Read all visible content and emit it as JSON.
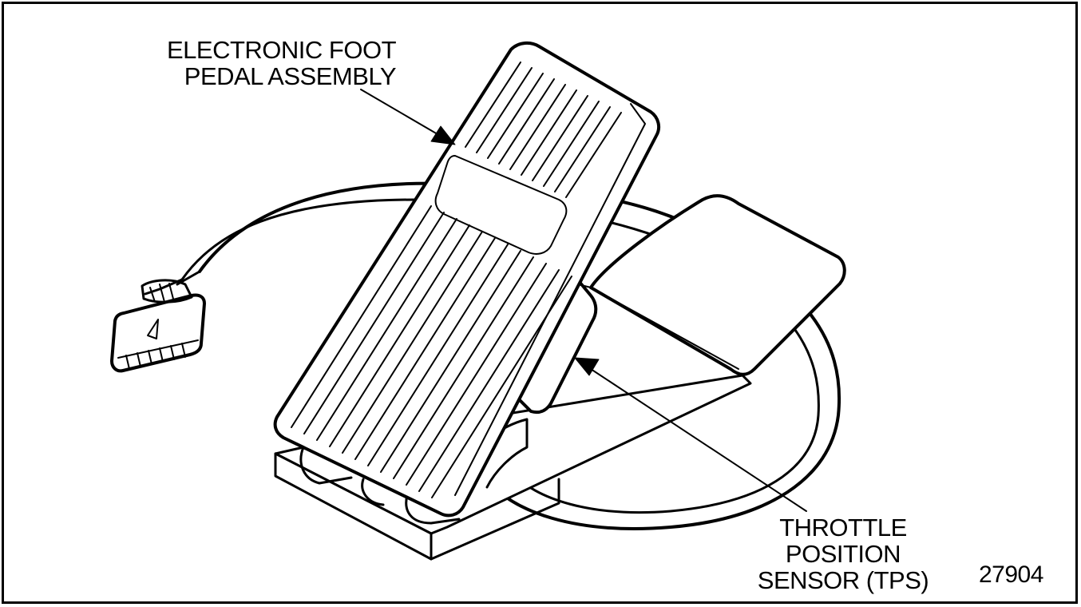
{
  "labels": {
    "electronic_foot_pedal": [
      "ELECTRONIC FOOT",
      "PEDAL ASSEMBLY"
    ],
    "throttle_position_sensor": [
      "THROTTLE",
      "POSITION",
      "SENSOR (TPS)"
    ]
  },
  "figure_number": "27904",
  "colors": {
    "ink": "#000000",
    "paper": "#ffffff"
  }
}
